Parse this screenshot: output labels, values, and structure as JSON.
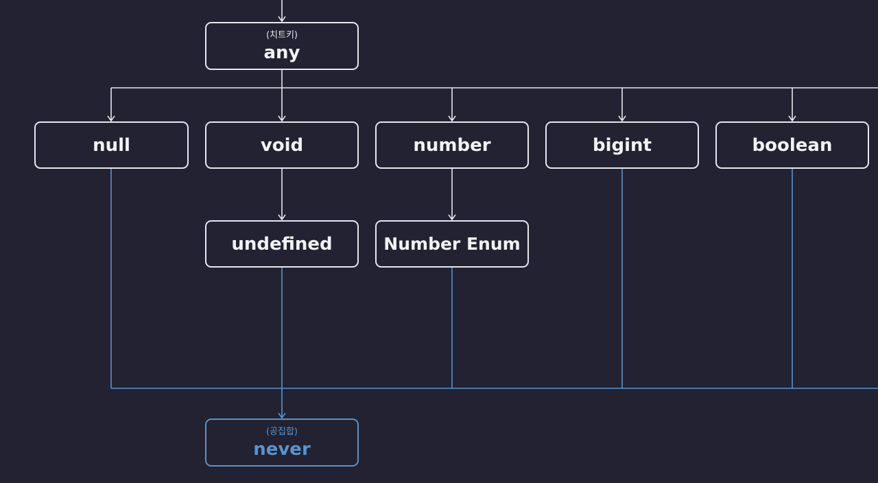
{
  "colors": {
    "background": "#222232",
    "node_border": "#e8e8ee",
    "text": "#f2f2f5",
    "bottom_type": "#5b93cf"
  },
  "nodes": {
    "any": {
      "sub": "(치트키)",
      "label": "any"
    },
    "null": {
      "label": "null"
    },
    "void": {
      "label": "void"
    },
    "number": {
      "label": "number"
    },
    "bigint": {
      "label": "bigint"
    },
    "boolean": {
      "label": "boolean"
    },
    "undefined": {
      "label": "undefined"
    },
    "number_enum": {
      "label": "Number Enum"
    },
    "never": {
      "sub": "(공집합)",
      "label": "never"
    }
  }
}
